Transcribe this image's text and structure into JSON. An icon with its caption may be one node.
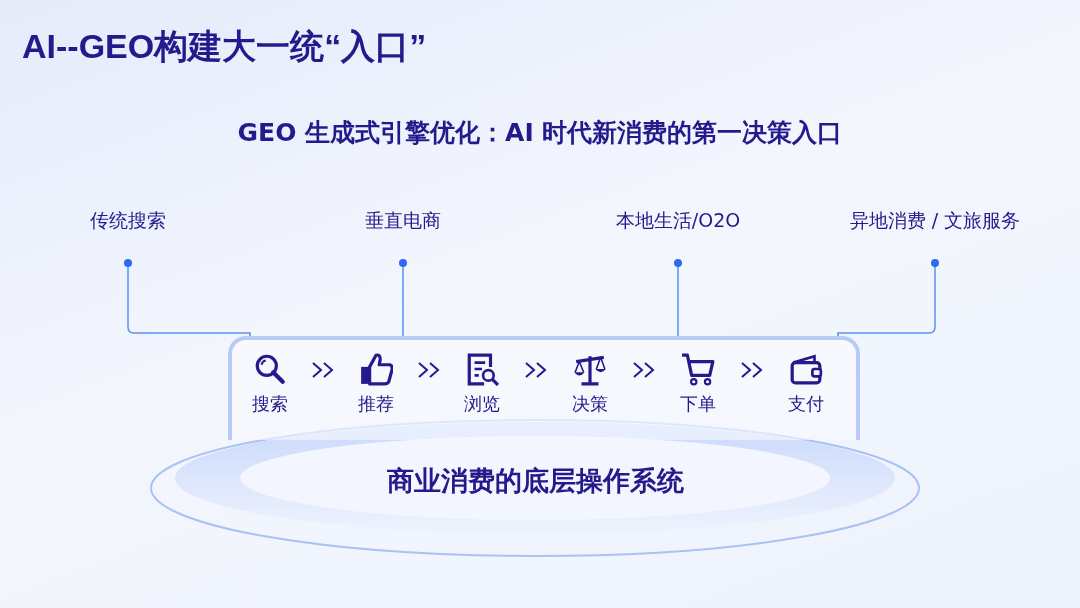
{
  "diagram": {
    "title": "AI--GEO构建大一统“入口”",
    "nodes": [
      {
        "text": [
          "传统搜索"
        ]
      },
      {
        "text": [
          "垂直电商"
        ]
      },
      {
        "text": [
          "本地生活/O2O"
        ]
      },
      {
        "text": [
          "异地消费 / 文旅服务"
        ]
      },
      {
        "text": [],
        "shape": "box"
      },
      {
        "text": [
          "搜索"
        ],
        "in": 4
      },
      {
        "text": [
          "推荐"
        ],
        "in": 4
      },
      {
        "text": [
          "浏览"
        ],
        "in": 4
      },
      {
        "text": [
          "决策"
        ],
        "in": 4
      },
      {
        "text": [
          "下单"
        ],
        "in": 4
      },
      {
        "text": [
          "支付"
        ],
        "in": 4
      },
      {
        "text": [
          "商业消费的底层操作系统"
        ]
      }
    ],
    "edges": [
      {
        "from": 0,
        "to": 4,
        "arrow": "other",
        "color": "#5b8ff0"
      },
      {
        "from": 1,
        "to": 4,
        "arrow": "other",
        "color": "#5b8ff0"
      },
      {
        "from": 2,
        "to": 4,
        "arrow": "other",
        "color": "#5b8ff0"
      },
      {
        "from": 3,
        "to": 4,
        "arrow": "other",
        "color": "#5b8ff0"
      },
      {
        "from": 5,
        "to": 6,
        "arrow": "to"
      },
      {
        "from": 6,
        "to": 7,
        "arrow": "to"
      },
      {
        "from": 7,
        "to": 8,
        "arrow": "to"
      },
      {
        "from": 8,
        "to": 9,
        "arrow": "to"
      },
      {
        "from": 9,
        "to": 10,
        "arrow": "to"
      }
    ],
    "labels": [
      "GEO 生成式引擎优化：AI 时代新消费的第一决策入口"
    ]
  }
}
